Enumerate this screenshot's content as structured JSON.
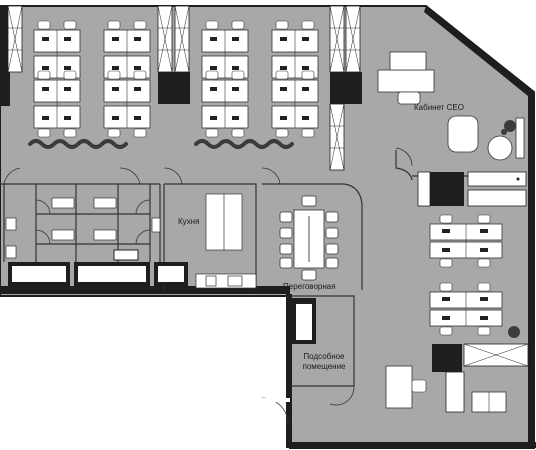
{
  "rooms": {
    "ceo_office": "Кабинет CEO",
    "kitchen": "Кухня",
    "meeting_room": "Переговорная",
    "utility_line1": "Подсобное",
    "utility_line2": "помещение"
  },
  "colors": {
    "floor": "#a8a8a8",
    "wall": "#1e1e1e",
    "furniture": "#ffffff",
    "plant": "#3b3b3b",
    "background": "#ffffff"
  }
}
